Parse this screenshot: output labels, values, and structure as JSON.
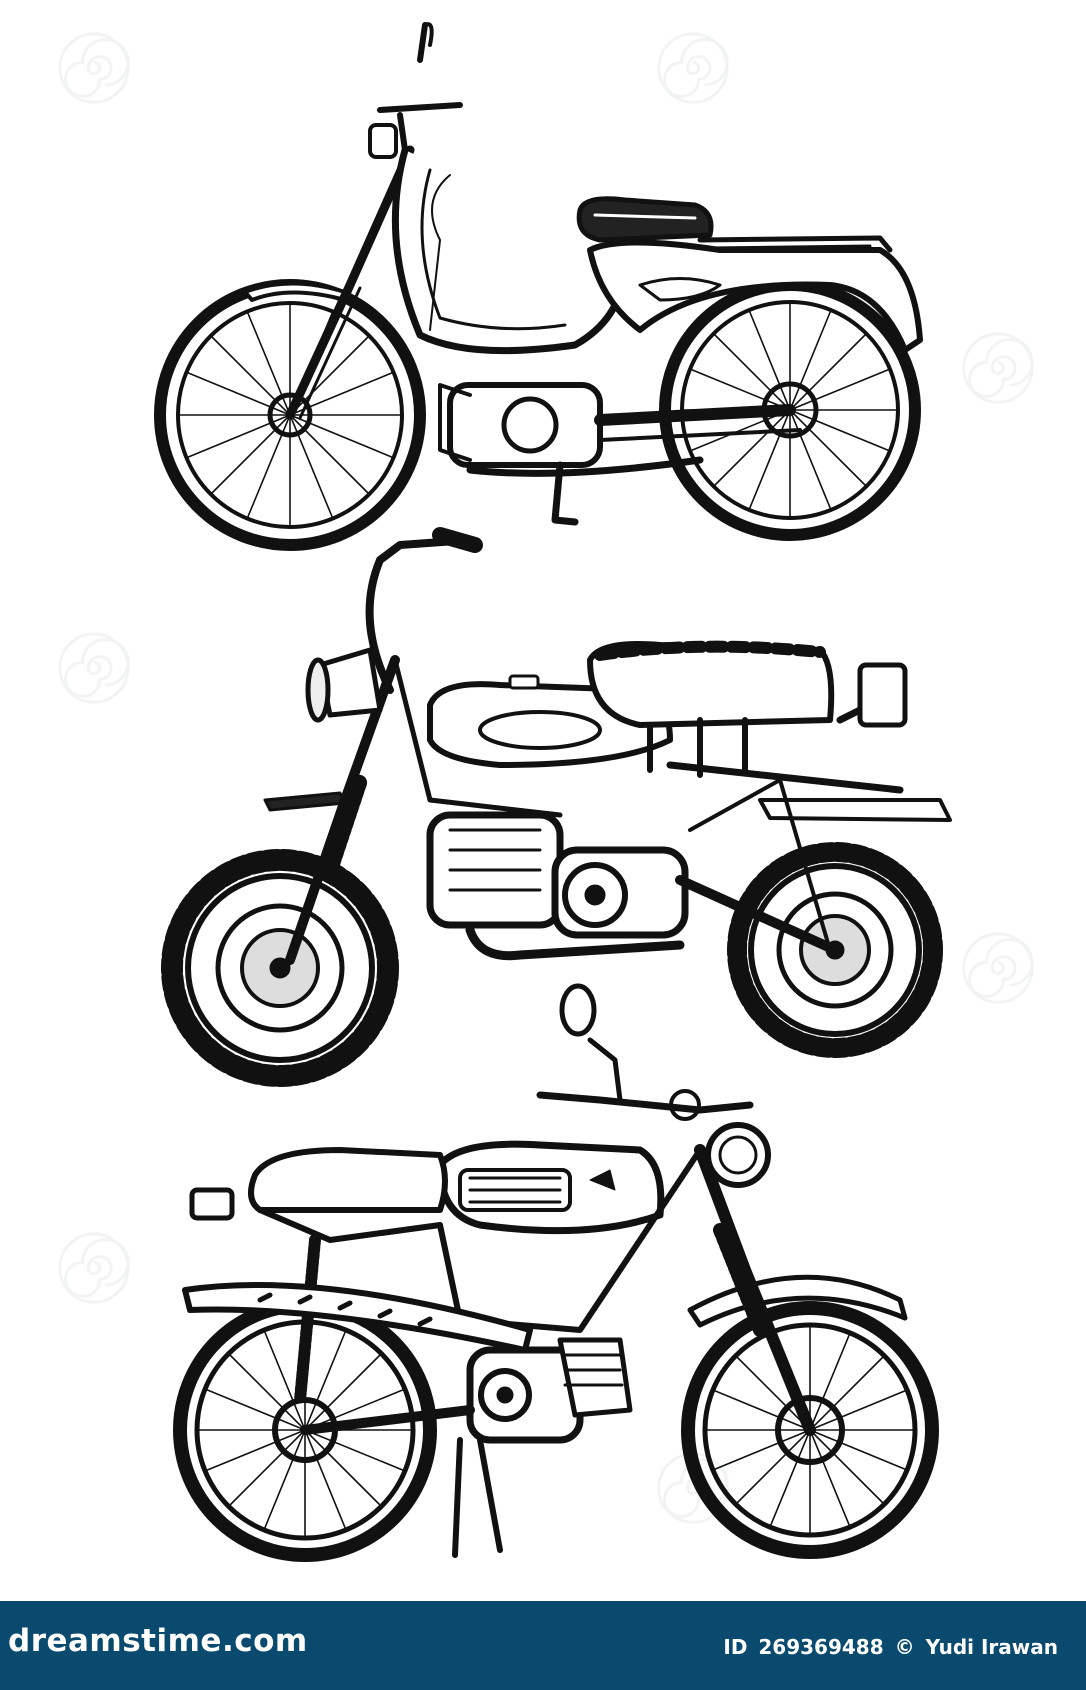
{
  "colors": {
    "ink": "#111111",
    "paper": "#ffffff",
    "footer": "#0a4a6e",
    "watermark": "#9aa0a6"
  },
  "watermark": {
    "icon": "spiral-watermark-icon"
  },
  "illustrations": [
    {
      "kind": "moped-scooter-icon"
    },
    {
      "kind": "minibike-icon"
    },
    {
      "kind": "classic-motorcycle-icon"
    }
  ],
  "footer": {
    "brand": "dreamstime.com",
    "id_label": "ID",
    "id_value": "269369488",
    "copyright_symbol": "©",
    "author": "Yudi Irawan"
  }
}
